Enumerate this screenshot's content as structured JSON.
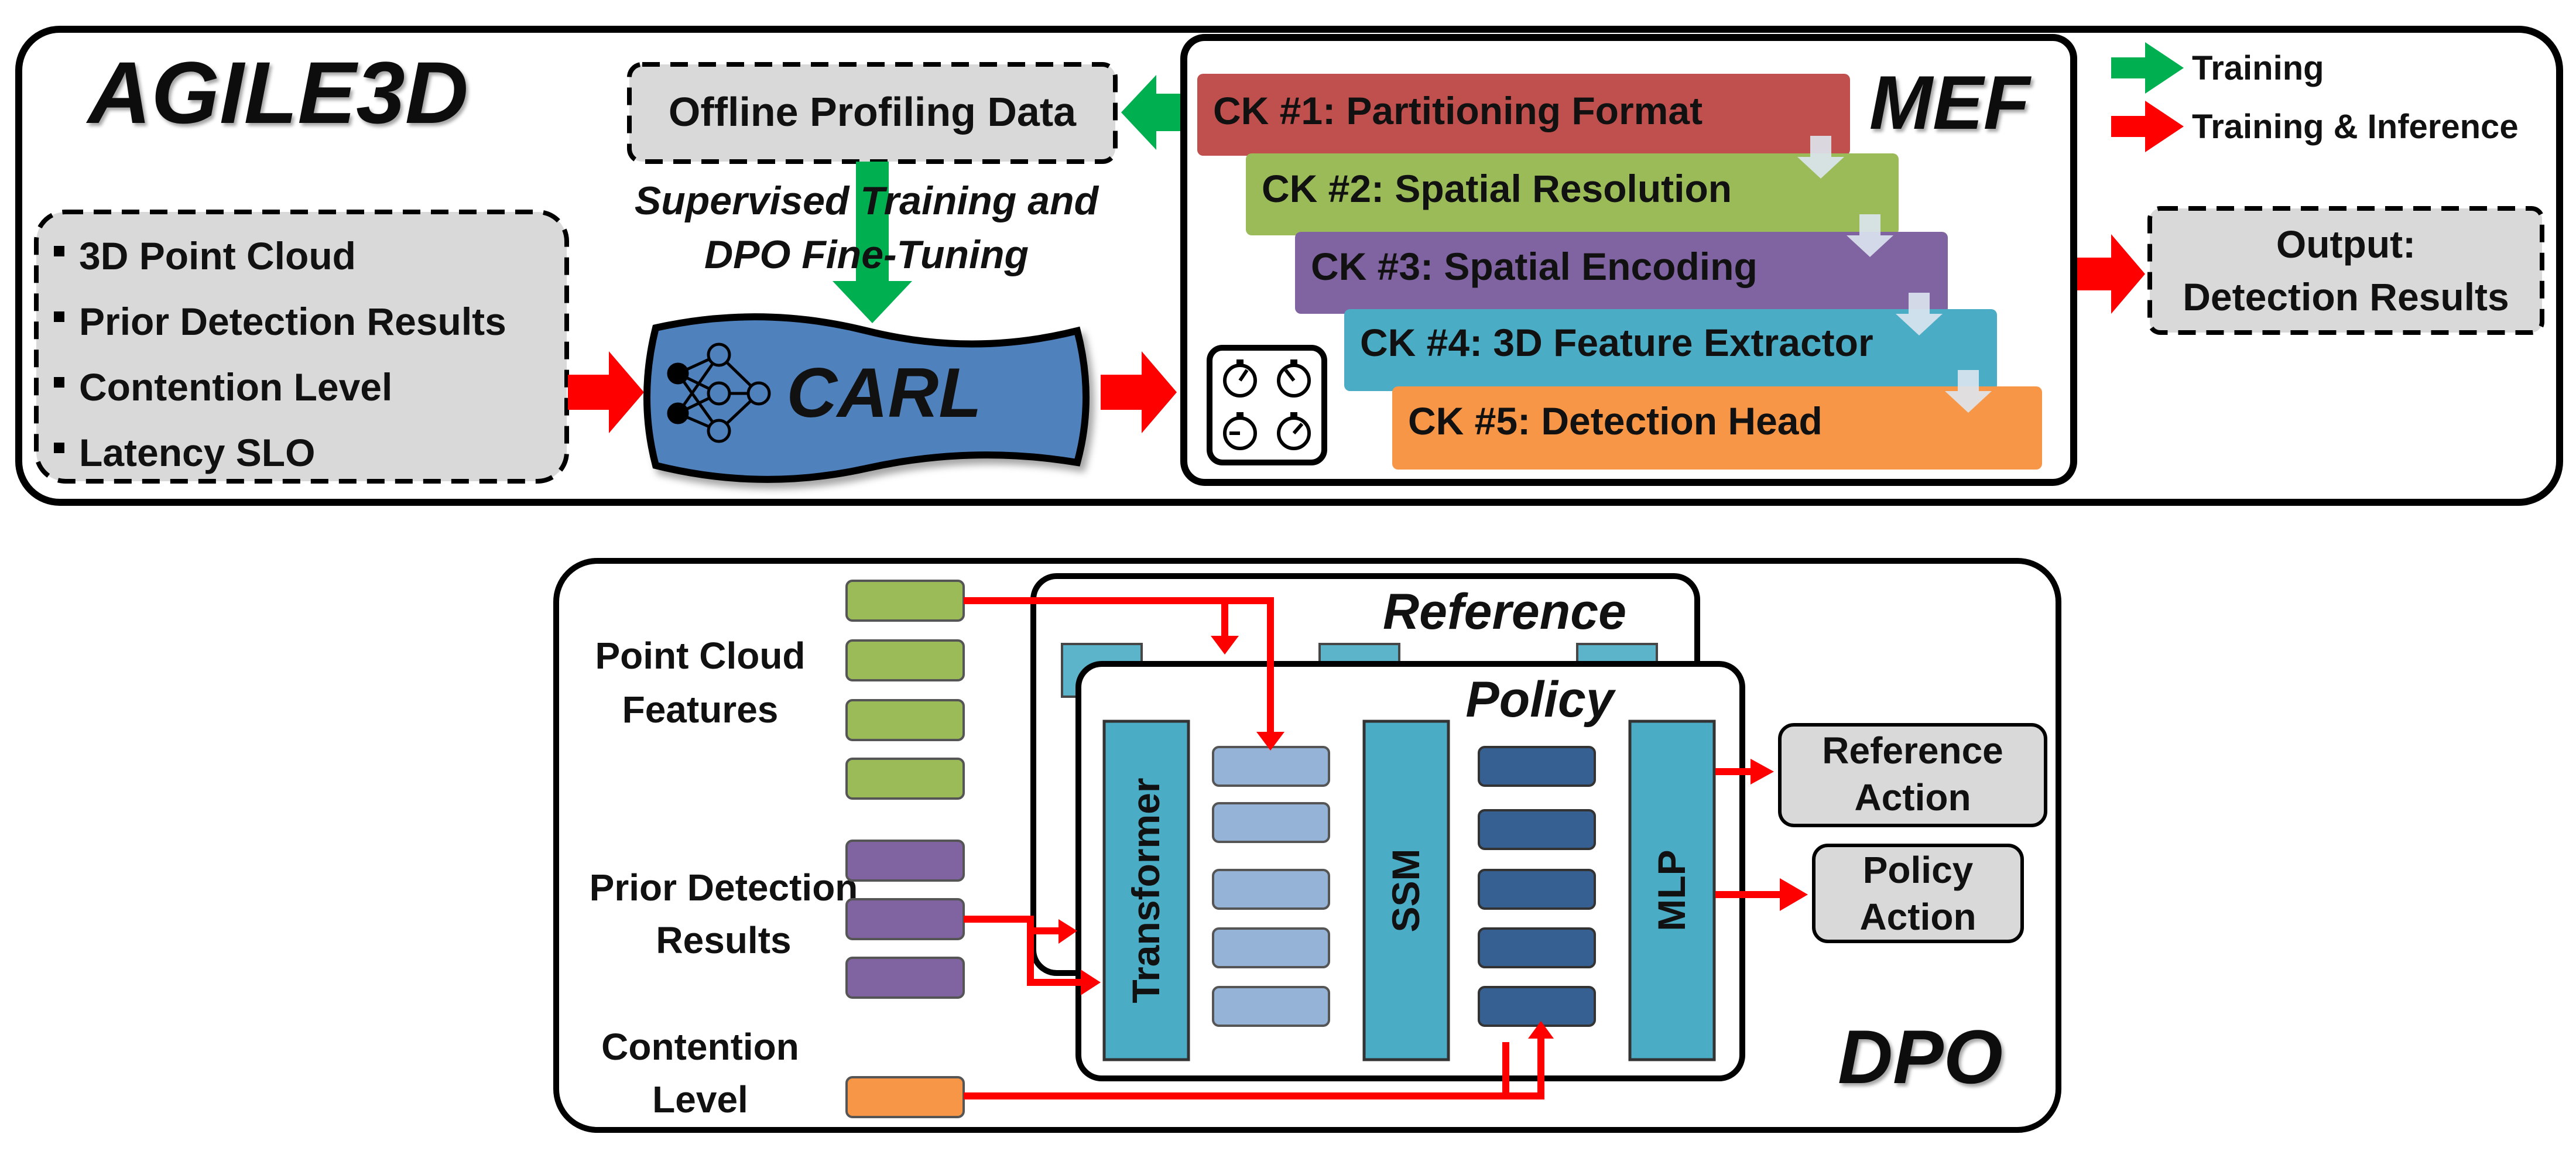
{
  "top": {
    "brand": "AGILE3D",
    "offline_box": "Offline Profiling Data",
    "training_text": [
      "Supervised Training and",
      "DPO Fine-Tuning"
    ],
    "inputs": [
      "3D Point Cloud",
      "Prior Detection Results",
      "Contention Level",
      "Latency SLO"
    ],
    "carl_label": "CARL",
    "mef_label": "MEF",
    "knobs": [
      {
        "label": "CK #1: Partitioning Format",
        "color": "#c0504d"
      },
      {
        "label": "CK #2: Spatial Resolution",
        "color": "#9bbb59"
      },
      {
        "label": "CK #3: Spatial Encoding",
        "color": "#8064a2"
      },
      {
        "label": "CK #4: 3D Feature Extractor",
        "color": "#4bacc6"
      },
      {
        "label": "CK #5: Detection Head",
        "color": "#f79646"
      }
    ],
    "legend": [
      {
        "label": "Training",
        "color": "#00b050"
      },
      {
        "label": "Training & Inference",
        "color": "#ff0000"
      }
    ],
    "output_box": [
      "Output:",
      "Detection Results"
    ]
  },
  "bottom": {
    "dpo_label": "DPO",
    "reference_label": "Reference",
    "policy_label": "Policy",
    "input_labels": {
      "point_cloud": [
        "Point Cloud",
        "Features"
      ],
      "prior": [
        "Prior Detection",
        "Results"
      ],
      "contention": [
        "Contention",
        "Level"
      ]
    },
    "blocks": [
      "Transformer",
      "SSM",
      "MLP"
    ],
    "outputs": {
      "reference": [
        "Reference",
        "Action"
      ],
      "policy": [
        "Policy",
        "Action"
      ]
    }
  }
}
